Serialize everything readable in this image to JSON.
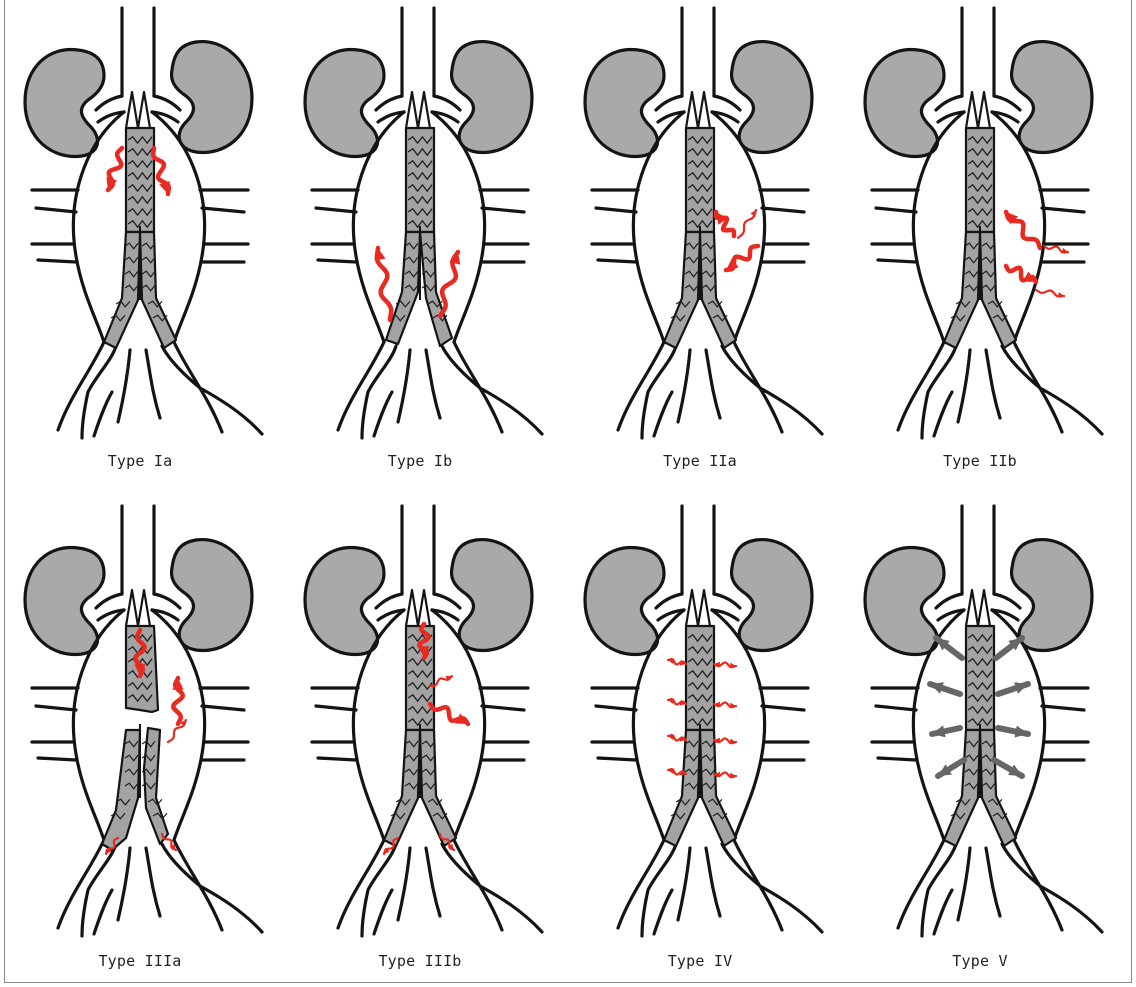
{
  "figure": {
    "panels": [
      {
        "caption": "Type Ia",
        "leak": "Ia"
      },
      {
        "caption": "Type Ib",
        "leak": "Ib"
      },
      {
        "caption": "Type IIa",
        "leak": "IIa"
      },
      {
        "caption": "Type IIb",
        "leak": "IIb"
      },
      {
        "caption": "Type IIIa",
        "leak": "IIIa"
      },
      {
        "caption": "Type IIIb",
        "leak": "IIIb"
      },
      {
        "caption": "Type IV",
        "leak": "IV"
      },
      {
        "caption": "Type V",
        "leak": "V"
      }
    ]
  },
  "colors": {
    "outline": "#141414",
    "kidney": "#a9a9a9",
    "graft": "#a3a3a3",
    "leak_arrow": "#e82a20",
    "endotension_arrow": "#666666",
    "caption": "#222222"
  }
}
